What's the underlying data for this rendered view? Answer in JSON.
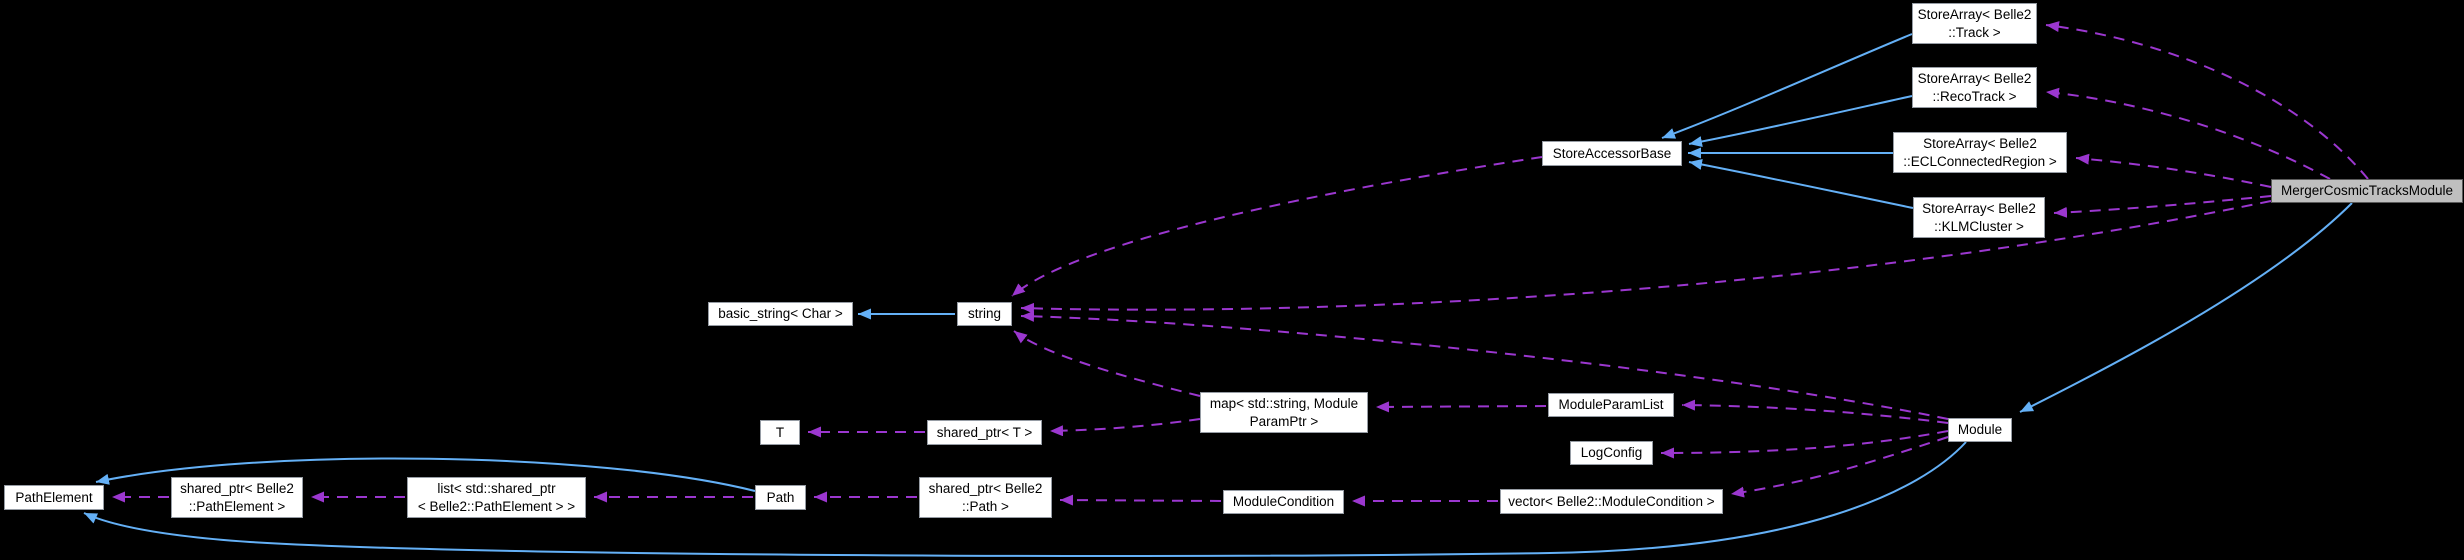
{
  "diagram": {
    "type": "doxygen-collaboration-graph",
    "current_node": "MergerCosmicTracksModule",
    "colors": {
      "background": "#000000",
      "inheritance_edge": "#64b0f6",
      "usage_edge": "#9b37cf",
      "node_fill": "#ffffff",
      "node_border": "#969ca4",
      "current_node_fill": "#bfbfbf",
      "node_text": "#000000"
    },
    "legend": {
      "inheritance_edge_style": "solid blue arrow points to base class",
      "usage_edge_style": "dashed purple arrow points to used class"
    }
  },
  "nodes": {
    "storearray_track": {
      "label": "StoreArray< Belle2\n::Track >"
    },
    "storearray_recotrack": {
      "label": "StoreArray< Belle2\n::RecoTrack >"
    },
    "storearray_eclconnectedregion": {
      "label": "StoreArray< Belle2\n::ECLConnectedRegion >"
    },
    "storearray_klmcluster": {
      "label": "StoreArray< Belle2\n::KLMCluster >"
    },
    "storeaccessorbase": {
      "label": "StoreAccessorBase"
    },
    "mergercosmictracksmodule": {
      "label": "MergerCosmicTracksModule"
    },
    "basic_string_char": {
      "label": "basic_string< Char >"
    },
    "string": {
      "label": "string"
    },
    "map_string_moduleparamptr": {
      "label": "map< std::string, Module\nParamPtr >"
    },
    "moduleparamlist": {
      "label": "ModuleParamList"
    },
    "logconfig": {
      "label": "LogConfig"
    },
    "module": {
      "label": "Module"
    },
    "t": {
      "label": "T"
    },
    "shared_ptr_t": {
      "label": "shared_ptr< T >"
    },
    "pathelement": {
      "label": "PathElement"
    },
    "shared_ptr_pathelement": {
      "label": "shared_ptr< Belle2\n::PathElement >"
    },
    "list_shared_ptr_pathelement": {
      "label": "list< std::shared_ptr\n< Belle2::PathElement > >"
    },
    "path": {
      "label": "Path"
    },
    "shared_ptr_path": {
      "label": "shared_ptr< Belle2\n::Path >"
    },
    "modulecondition": {
      "label": "ModuleCondition"
    },
    "vector_modulecondition": {
      "label": "vector< Belle2::ModuleCondition >"
    }
  },
  "edges": [
    {
      "from": "mergercosmictracksmodule",
      "to": "storearray_track",
      "type": "usage"
    },
    {
      "from": "mergercosmictracksmodule",
      "to": "storearray_recotrack",
      "type": "usage"
    },
    {
      "from": "mergercosmictracksmodule",
      "to": "storearray_eclconnectedregion",
      "type": "usage"
    },
    {
      "from": "mergercosmictracksmodule",
      "to": "storearray_klmcluster",
      "type": "usage"
    },
    {
      "from": "mergercosmictracksmodule",
      "to": "string",
      "type": "usage"
    },
    {
      "from": "mergercosmictracksmodule",
      "to": "module",
      "type": "inheritance"
    },
    {
      "from": "storearray_track",
      "to": "storeaccessorbase",
      "type": "inheritance"
    },
    {
      "from": "storearray_recotrack",
      "to": "storeaccessorbase",
      "type": "inheritance"
    },
    {
      "from": "storearray_eclconnectedregion",
      "to": "storeaccessorbase",
      "type": "inheritance"
    },
    {
      "from": "storearray_klmcluster",
      "to": "storeaccessorbase",
      "type": "inheritance"
    },
    {
      "from": "storeaccessorbase",
      "to": "string",
      "type": "usage"
    },
    {
      "from": "string",
      "to": "basic_string_char",
      "type": "inheritance"
    },
    {
      "from": "module",
      "to": "string",
      "type": "usage"
    },
    {
      "from": "module",
      "to": "moduleparamlist",
      "type": "usage"
    },
    {
      "from": "module",
      "to": "logconfig",
      "type": "usage"
    },
    {
      "from": "module",
      "to": "vector_modulecondition",
      "type": "usage"
    },
    {
      "from": "module",
      "to": "pathelement",
      "type": "inheritance"
    },
    {
      "from": "moduleparamlist",
      "to": "map_string_moduleparamptr",
      "type": "usage"
    },
    {
      "from": "map_string_moduleparamptr",
      "to": "string",
      "type": "usage"
    },
    {
      "from": "map_string_moduleparamptr",
      "to": "shared_ptr_t",
      "type": "usage"
    },
    {
      "from": "shared_ptr_t",
      "to": "t",
      "type": "usage"
    },
    {
      "from": "vector_modulecondition",
      "to": "modulecondition",
      "type": "usage"
    },
    {
      "from": "modulecondition",
      "to": "shared_ptr_path",
      "type": "usage"
    },
    {
      "from": "shared_ptr_path",
      "to": "path",
      "type": "usage"
    },
    {
      "from": "path",
      "to": "list_shared_ptr_pathelement",
      "type": "usage"
    },
    {
      "from": "path",
      "to": "pathelement",
      "type": "inheritance"
    },
    {
      "from": "list_shared_ptr_pathelement",
      "to": "shared_ptr_pathelement",
      "type": "usage"
    },
    {
      "from": "shared_ptr_pathelement",
      "to": "pathelement",
      "type": "usage"
    }
  ]
}
